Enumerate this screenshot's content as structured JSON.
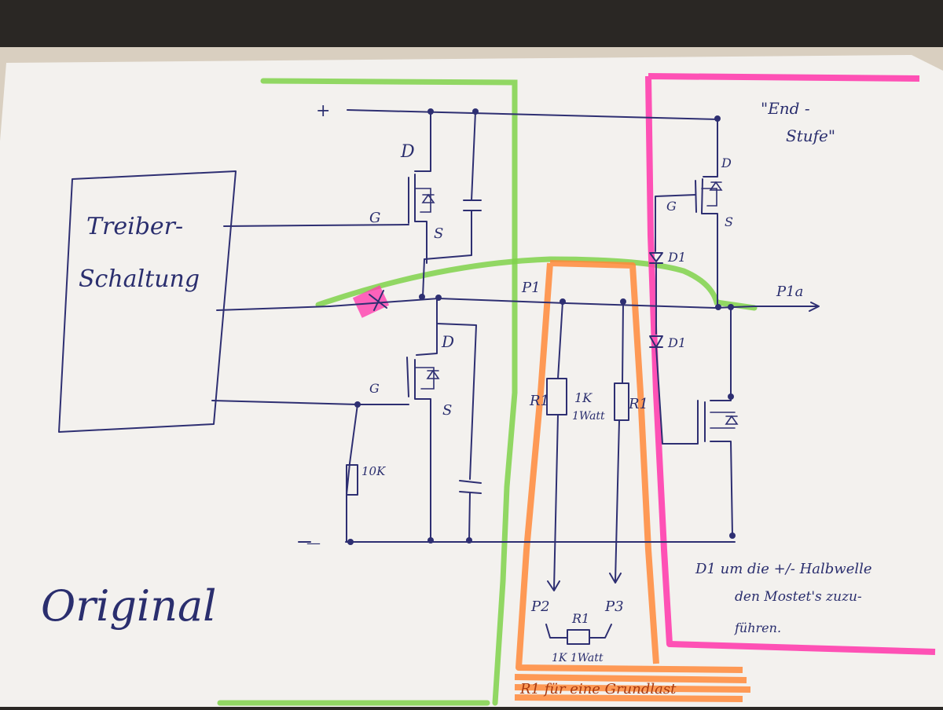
{
  "labels": {
    "plus": "+",
    "minus": "—",
    "driver_line1": "Treiber-",
    "driver_line2": "Schaltung",
    "d_top": "D",
    "g_top": "G",
    "s_top": "S",
    "d_bottom": "D",
    "g_bottom": "G",
    "s_bottom": "S",
    "r_10k": "10K",
    "p1": "P1",
    "p1a": "P1a",
    "r1_left": "R1",
    "r1_right": "R1",
    "r_value": "1K",
    "r_power": "1Watt",
    "p2": "P2",
    "p3": "P3",
    "r1_bottom": "R1",
    "r1_bottom_value": "1K 1Watt",
    "end_stage_line1": "\"End -",
    "end_stage_line2": "Stufe\"",
    "d_end": "D",
    "g_end": "G",
    "s_end": "S",
    "d1_upper": "D1",
    "d1_lower": "D1",
    "note_line1": "D1 um die +/- Halbwelle",
    "note_line2": "den Mostet's zuzu-",
    "note_line3": "führen.",
    "orange_caption": "R1 für eine Grundlast",
    "original": "Original"
  },
  "colors": {
    "ink": "#2e2f72",
    "paper": "#f3f1ee",
    "highlight_green": "#7fd24a",
    "highlight_pink": "#ff3fae",
    "highlight_orange": "#ff8a3a"
  }
}
